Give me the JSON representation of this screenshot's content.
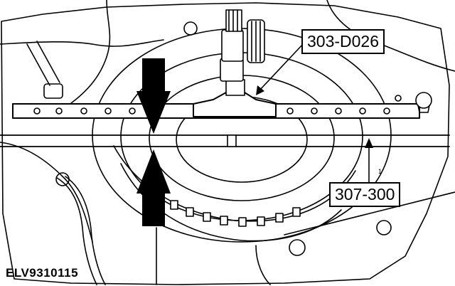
{
  "callouts": {
    "tool_a": "303-D026",
    "tool_b": "307-300"
  },
  "leader_number": "1",
  "figure_id": "ELV9310115",
  "colors": {
    "ink": "#000000",
    "paper": "#ffffff"
  }
}
